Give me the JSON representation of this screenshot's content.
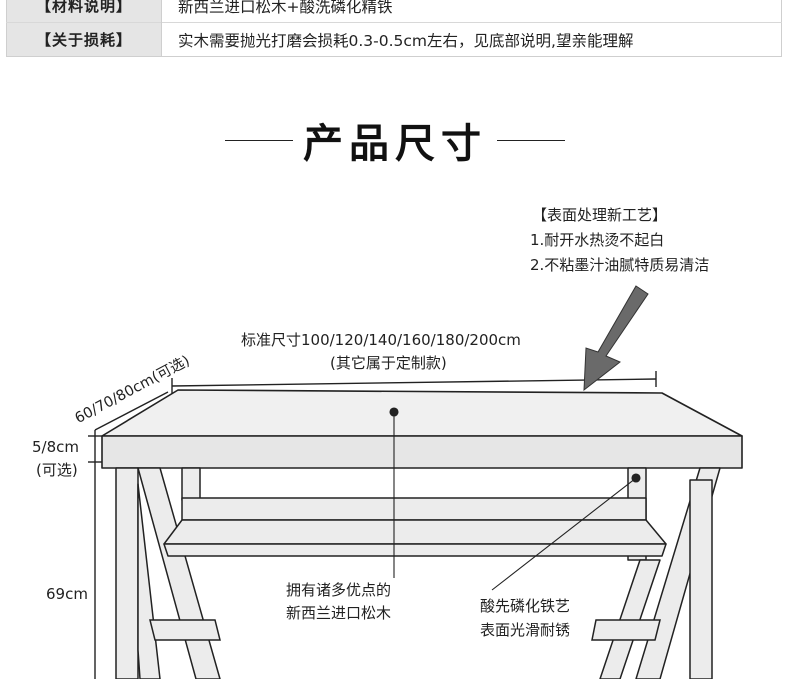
{
  "spec_table": [
    {
      "key": "【材料说明】",
      "value": "新西兰进口松木+酸洗磷化精铁"
    },
    {
      "key": "【关于损耗】",
      "value": "实木需要抛光打磨会损耗0.3-0.5cm左右，见底部说明,望亲能理解"
    }
  ],
  "section": {
    "title": "产品尺寸"
  },
  "dimensions": {
    "width_line1": "标准尺寸100/120/140/160/180/200cm",
    "width_line2": "(其它属于定制款)",
    "depth": "60/70/80cm(可选)",
    "thickness_line1": "5/8cm",
    "thickness_line2": "(可选)",
    "height": "69cm"
  },
  "notes": {
    "surface_title": "【表面处理新工艺】",
    "surface_item1": "1.耐开水热烫不起白",
    "surface_item2": "2.不粘墨汁油腻特质易清洁",
    "wood_line1": "拥有诸多优点的",
    "wood_line2": "新西兰进口松木",
    "iron_line1": "酸先磷化铁艺",
    "iron_line2": "表面光滑耐锈"
  },
  "colors": {
    "header_bg": "#e5e5e5",
    "desk_fill": "#f2f2f2",
    "line": "#222222",
    "arrow": "#666666"
  }
}
